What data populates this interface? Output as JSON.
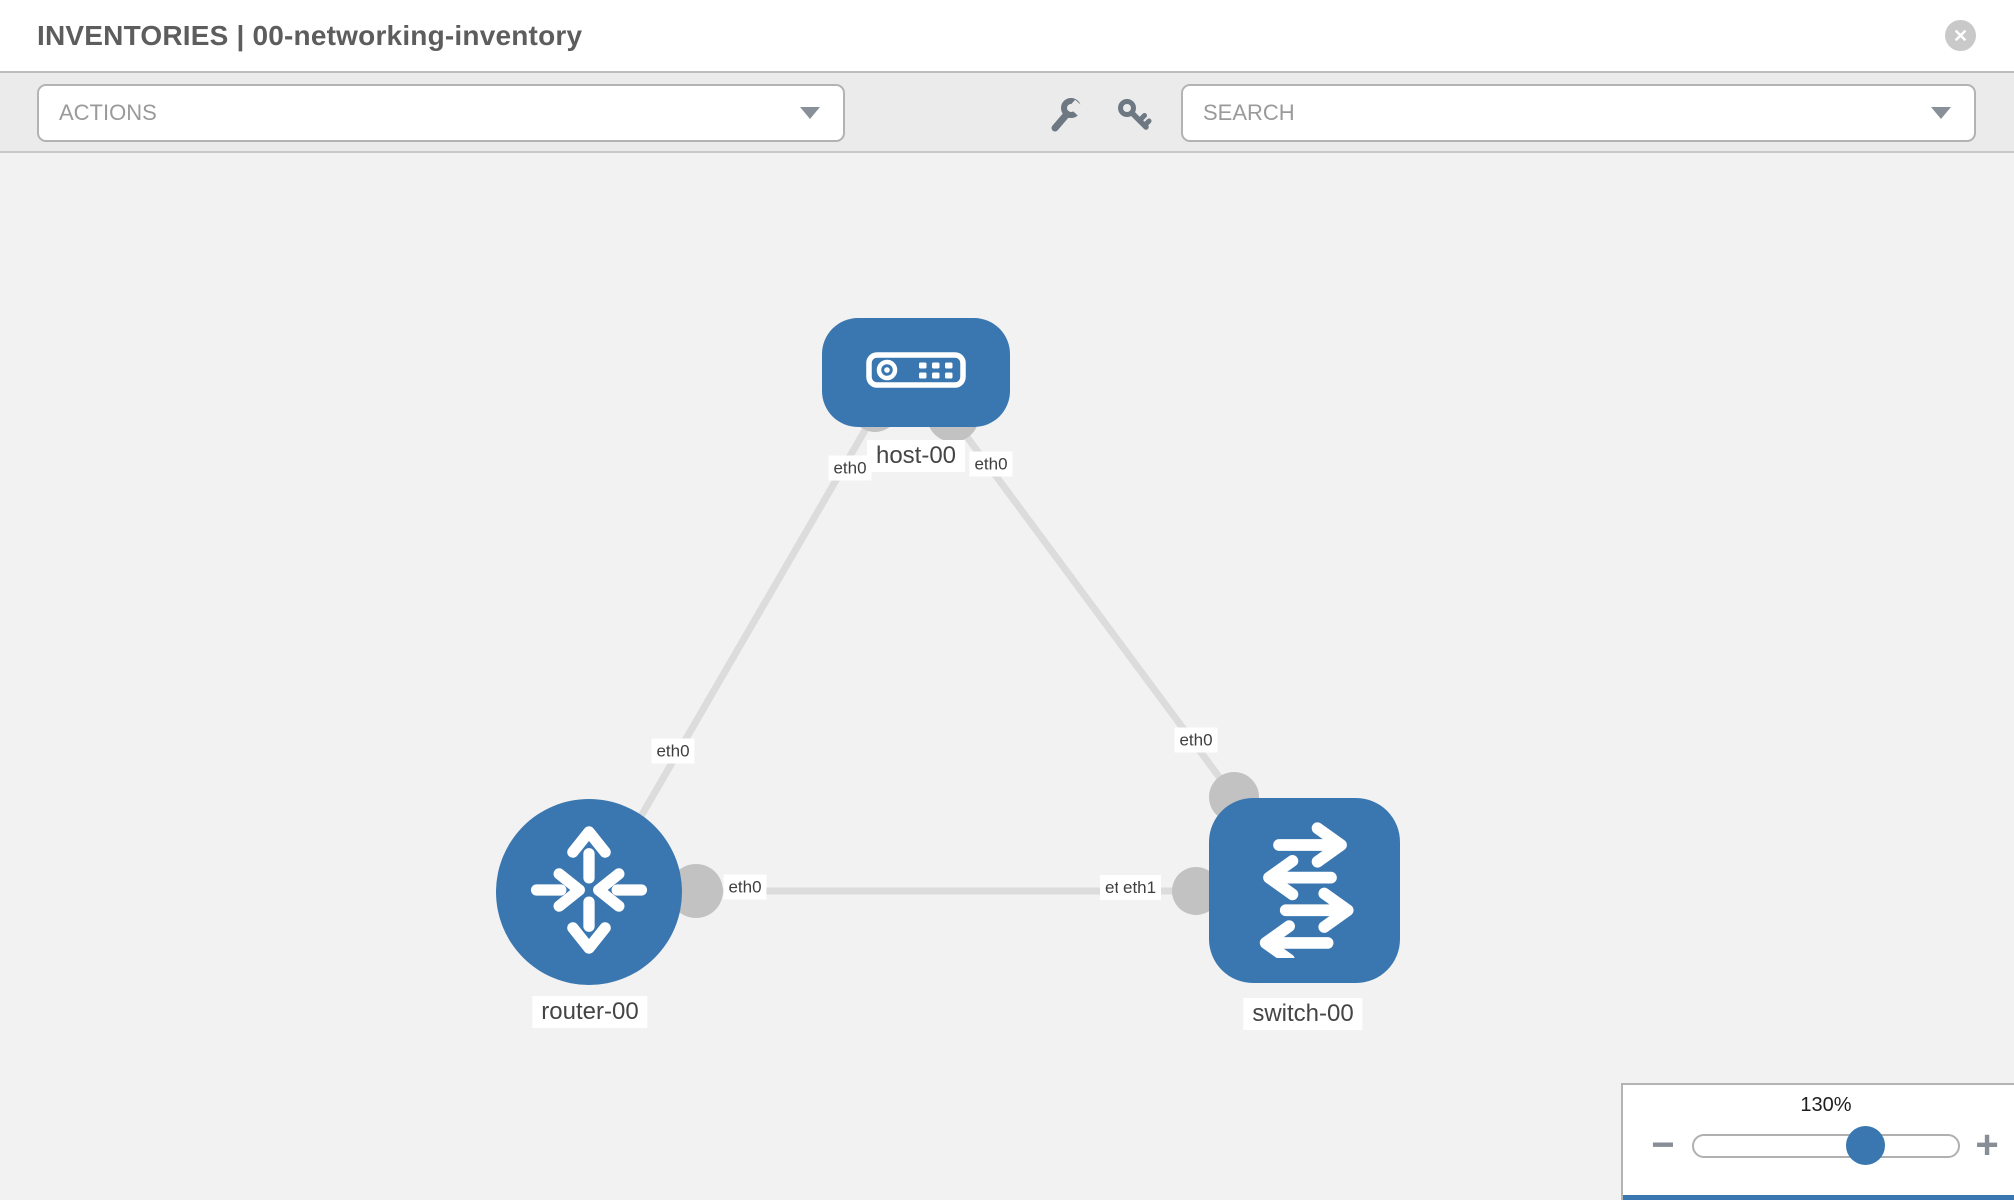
{
  "header": {
    "title": "INVENTORIES | 00-networking-inventory",
    "close_glyph": "✕"
  },
  "toolbar": {
    "actions_label": "ACTIONS",
    "search_label": "SEARCH",
    "icons": [
      "wrench-icon",
      "key-icon"
    ]
  },
  "topology": {
    "nodes": [
      {
        "id": "host-00",
        "type": "host",
        "label": "host-00",
        "icon": "host-icon"
      },
      {
        "id": "router-00",
        "type": "router",
        "label": "router-00",
        "icon": "router-icon"
      },
      {
        "id": "switch-00",
        "type": "switch",
        "label": "switch-00",
        "icon": "switch-icon"
      }
    ],
    "links": [
      {
        "from": "host-00",
        "from_interface": "eth0",
        "to": "router-00",
        "to_interface": "eth0"
      },
      {
        "from": "host-00",
        "from_interface": "eth0",
        "to": "switch-00",
        "to_interface": "eth0"
      },
      {
        "from": "router-00",
        "from_interface": "eth0",
        "to": "switch-00",
        "to_interface": "eth1",
        "to_interface_hidden": "eth0"
      }
    ]
  },
  "zoom_control": {
    "level": "130%",
    "minus_glyph": "−",
    "plus_glyph": "+",
    "thumb_position_percent": 65
  },
  "colors": {
    "node_blue": "#3a77b0",
    "link_gray": "#dcdcdc",
    "interface_gray": "#c2c2c2",
    "canvas_bg": "#f2f2f2",
    "toolbar_bg": "#ebebeb",
    "accent_blue": "#3a77b0"
  }
}
